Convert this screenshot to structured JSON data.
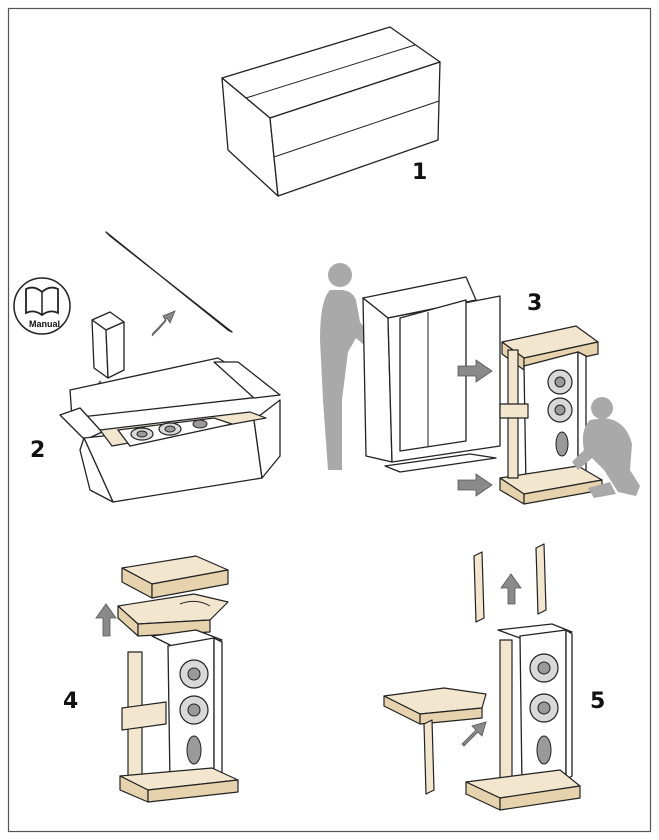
{
  "diagram": {
    "steps": [
      {
        "number": "1"
      },
      {
        "number": "2"
      },
      {
        "number": "3"
      },
      {
        "number": "4"
      },
      {
        "number": "5"
      }
    ],
    "manual_label": "Manual",
    "colors": {
      "line": "#222222",
      "silhouette": "#a9a9a9",
      "arrow": "#8a8a8a",
      "wood": "#f2e6cf"
    },
    "icons": [
      "book-icon",
      "box-icon",
      "speaker-icon",
      "person-icon",
      "arrow-icon"
    ]
  }
}
